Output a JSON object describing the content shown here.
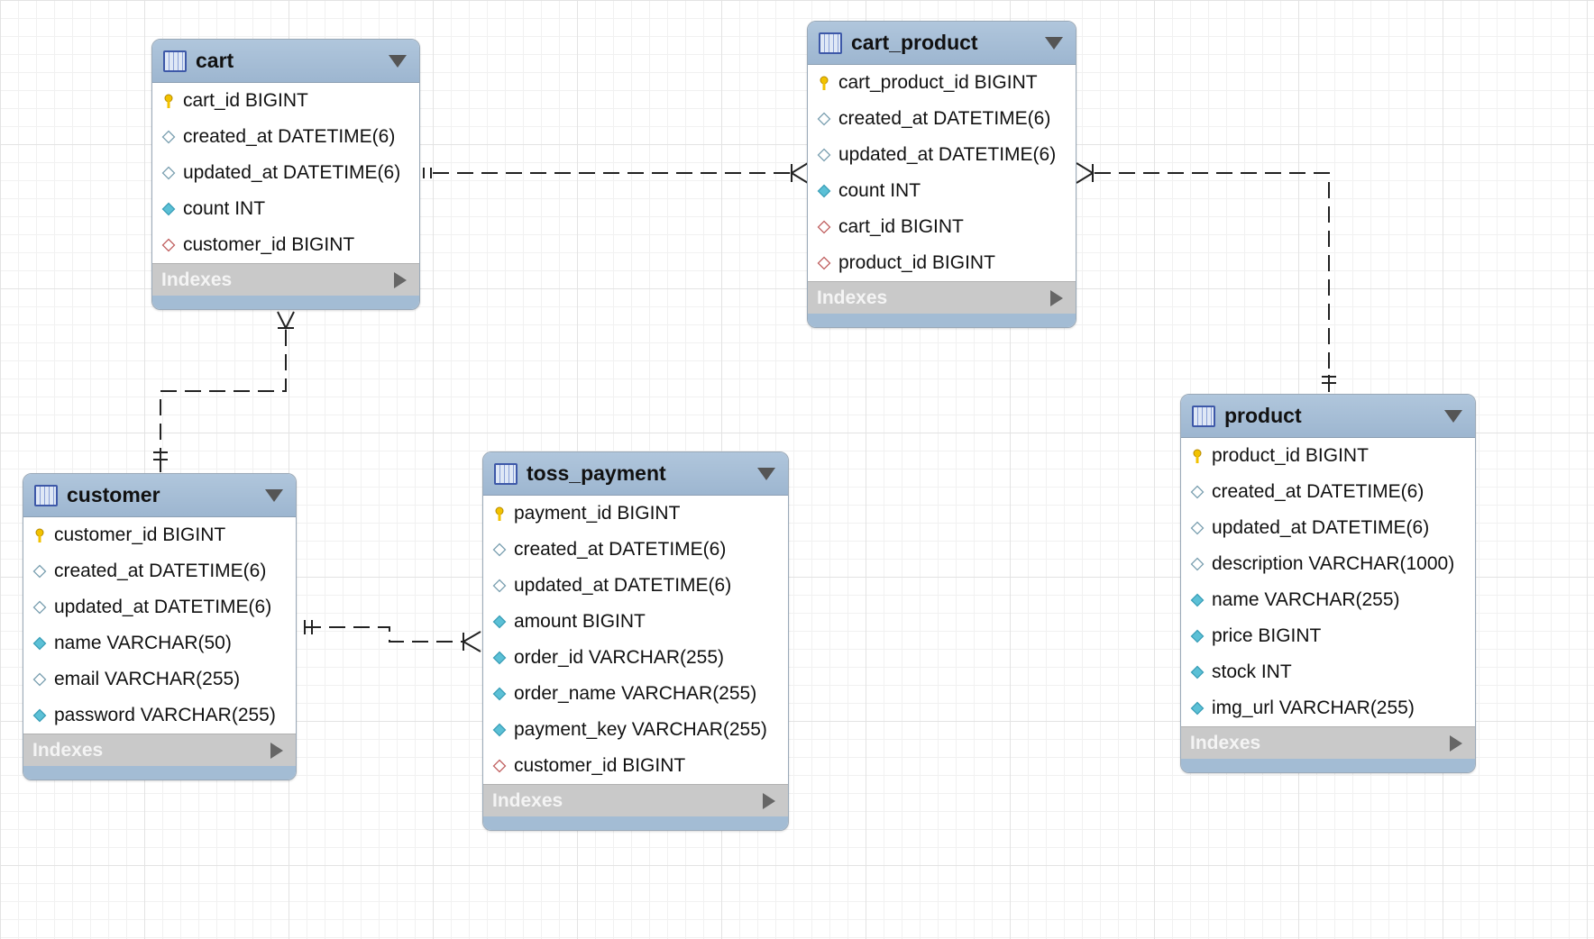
{
  "tables": [
    {
      "key": "cart",
      "name": "cart",
      "columns": [
        {
          "label": "cart_id BIGINT",
          "icon": "primary-key-icon"
        },
        {
          "label": "created_at DATETIME(6)",
          "icon": "nullable-column-icon"
        },
        {
          "label": "updated_at DATETIME(6)",
          "icon": "nullable-column-icon"
        },
        {
          "label": "count INT",
          "icon": "not-null-column-icon"
        },
        {
          "label": "customer_id BIGINT",
          "icon": "foreign-key-column-icon"
        }
      ],
      "indexes_label": "Indexes"
    },
    {
      "key": "cart_product",
      "name": "cart_product",
      "columns": [
        {
          "label": "cart_product_id BIGINT",
          "icon": "primary-key-icon"
        },
        {
          "label": "created_at DATETIME(6)",
          "icon": "nullable-column-icon"
        },
        {
          "label": "updated_at DATETIME(6)",
          "icon": "nullable-column-icon"
        },
        {
          "label": "count INT",
          "icon": "not-null-column-icon"
        },
        {
          "label": "cart_id BIGINT",
          "icon": "foreign-key-column-icon"
        },
        {
          "label": "product_id BIGINT",
          "icon": "foreign-key-column-icon"
        }
      ],
      "indexes_label": "Indexes"
    },
    {
      "key": "customer",
      "name": "customer",
      "columns": [
        {
          "label": "customer_id BIGINT",
          "icon": "primary-key-icon"
        },
        {
          "label": "created_at DATETIME(6)",
          "icon": "nullable-column-icon"
        },
        {
          "label": "updated_at DATETIME(6)",
          "icon": "nullable-column-icon"
        },
        {
          "label": "name VARCHAR(50)",
          "icon": "not-null-column-icon"
        },
        {
          "label": "email VARCHAR(255)",
          "icon": "nullable-column-icon"
        },
        {
          "label": "password VARCHAR(255)",
          "icon": "not-null-column-icon"
        }
      ],
      "indexes_label": "Indexes"
    },
    {
      "key": "toss_payment",
      "name": "toss_payment",
      "columns": [
        {
          "label": "payment_id BIGINT",
          "icon": "primary-key-icon"
        },
        {
          "label": "created_at DATETIME(6)",
          "icon": "nullable-column-icon"
        },
        {
          "label": "updated_at DATETIME(6)",
          "icon": "nullable-column-icon"
        },
        {
          "label": "amount BIGINT",
          "icon": "not-null-column-icon"
        },
        {
          "label": "order_id VARCHAR(255)",
          "icon": "not-null-column-icon"
        },
        {
          "label": "order_name VARCHAR(255)",
          "icon": "not-null-column-icon"
        },
        {
          "label": "payment_key VARCHAR(255)",
          "icon": "not-null-column-icon"
        },
        {
          "label": "customer_id BIGINT",
          "icon": "foreign-key-column-icon"
        }
      ],
      "indexes_label": "Indexes"
    },
    {
      "key": "product",
      "name": "product",
      "columns": [
        {
          "label": "product_id BIGINT",
          "icon": "primary-key-icon"
        },
        {
          "label": "created_at DATETIME(6)",
          "icon": "nullable-column-icon"
        },
        {
          "label": "updated_at DATETIME(6)",
          "icon": "nullable-column-icon"
        },
        {
          "label": "description VARCHAR(1000)",
          "icon": "nullable-column-icon"
        },
        {
          "label": "name VARCHAR(255)",
          "icon": "not-null-column-icon"
        },
        {
          "label": "price BIGINT",
          "icon": "not-null-column-icon"
        },
        {
          "label": "stock INT",
          "icon": "not-null-column-icon"
        },
        {
          "label": "img_url VARCHAR(255)",
          "icon": "not-null-column-icon"
        }
      ],
      "indexes_label": "Indexes"
    }
  ],
  "relationships": [
    {
      "from": "cart",
      "to": "cart_product",
      "type": "one-to-many"
    },
    {
      "from": "product",
      "to": "cart_product",
      "type": "one-to-many"
    },
    {
      "from": "customer",
      "to": "cart",
      "type": "one-to-many"
    },
    {
      "from": "customer",
      "to": "toss_payment",
      "type": "one-to-many"
    }
  ],
  "colors": {
    "header": "#9db6d0",
    "indexes_bar": "#c9c9c9",
    "primary_key": "#f2c200",
    "not_null_column": "#5bc0d6",
    "foreign_key_column": "#c06060",
    "connector": "#222222"
  }
}
